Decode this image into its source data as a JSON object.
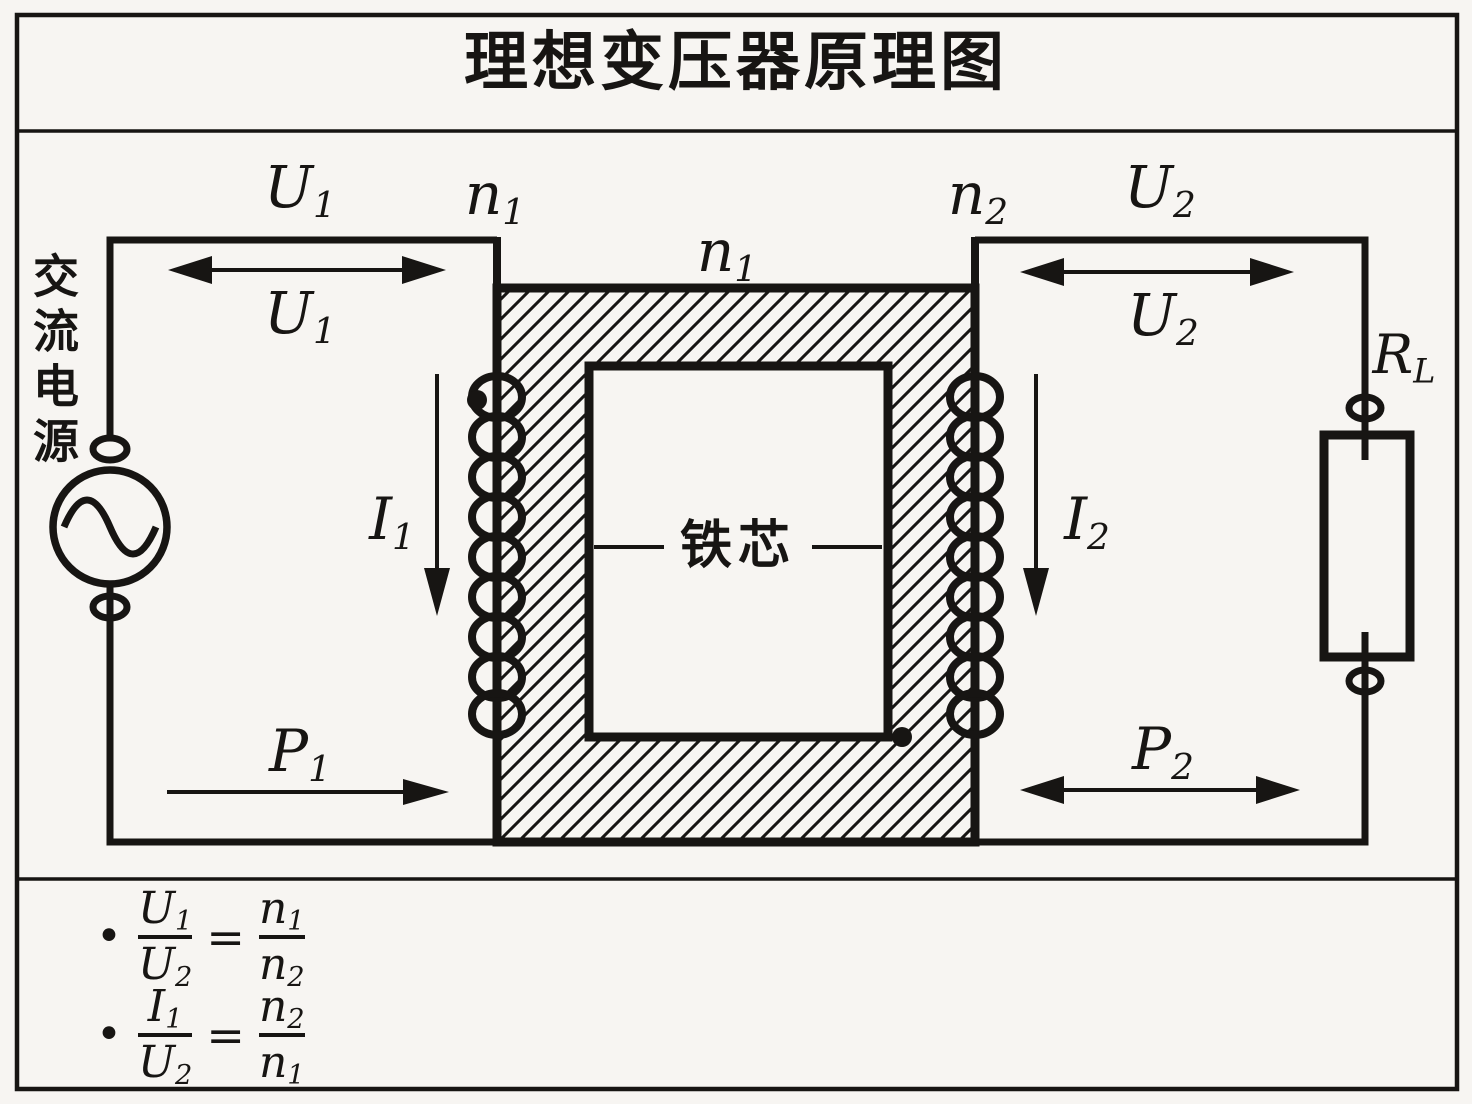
{
  "title": "理想变压器原理图",
  "ac_source": {
    "label": "交流电源"
  },
  "core": {
    "label": "铁芯"
  },
  "labels": {
    "u1": {
      "base": "U",
      "sub": "1"
    },
    "u2": {
      "base": "U",
      "sub": "2"
    },
    "n1": {
      "base": "n",
      "sub": "1"
    },
    "n2": {
      "base": "n",
      "sub": "2"
    },
    "i1": {
      "base": "I",
      "sub": "1"
    },
    "i2": {
      "base": "I",
      "sub": "2"
    },
    "p1": {
      "base": "P",
      "sub": "1"
    },
    "p2": {
      "base": "P",
      "sub": "2"
    },
    "rl": {
      "base": "R",
      "sub": "L"
    }
  },
  "formulas": {
    "bullet": "•",
    "equals": "=",
    "rows": [
      {
        "num_l": {
          "base": "U",
          "sub": "1"
        },
        "den_l": {
          "base": "U",
          "sub": "2"
        },
        "num_r": {
          "base": "n",
          "sub": "1"
        },
        "den_r": {
          "base": "n",
          "sub": "2"
        }
      },
      {
        "num_l": {
          "base": "I",
          "sub": "1"
        },
        "den_l": {
          "base": "U",
          "sub": "2"
        },
        "num_r": {
          "base": "n",
          "sub": "2"
        },
        "den_r": {
          "base": "n",
          "sub": "1"
        }
      }
    ]
  },
  "colors": {
    "ink": "#171513",
    "background": "#f7f5f2"
  }
}
